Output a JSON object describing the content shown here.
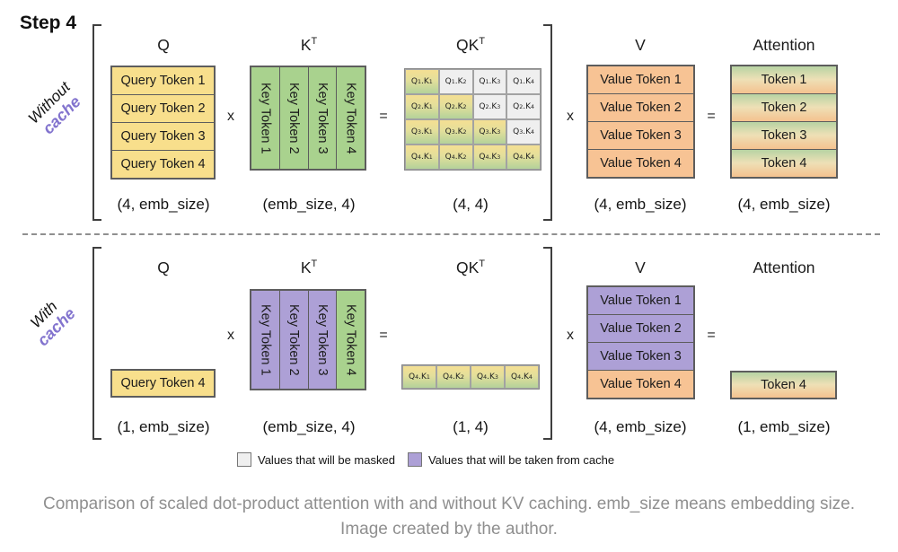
{
  "step_label": "Step 4",
  "palette": {
    "yellow": "#F8DF8C",
    "green": "#A9D28E",
    "orange": "#F7C394",
    "purple": "#ADA0D6",
    "masked": "#EFEFEF",
    "gradYG": "linear-gradient(180deg,#F2DF94 8%,#E3DF9B 45%,#B4D29A 100%)",
    "gradGO": "linear-gradient(180deg,#B7D3A3 0%,#EEE0B6 48%,#F4C28F 100%)",
    "cache_text": "#8273CE"
  },
  "rows": [
    {
      "side_label": {
        "top": "Without",
        "bottom": "cache"
      },
      "operators": [
        "x",
        "=",
        "x",
        "="
      ],
      "columns": {
        "q": {
          "header": "Q",
          "dims": "(4, emb_size)",
          "cells": [
            {
              "t": "Query Token 1",
              "f": "yellow"
            },
            {
              "t": "Query Token 2",
              "f": "yellow"
            },
            {
              "t": "Query Token 3",
              "f": "yellow"
            },
            {
              "t": "Query Token 4",
              "f": "yellow"
            }
          ]
        },
        "kt": {
          "header": "K",
          "header_sup": "T",
          "dims": "(emb_size, 4)",
          "cells": [
            {
              "t": "Key Token 1",
              "f": "green"
            },
            {
              "t": "Key Token 2",
              "f": "green"
            },
            {
              "t": "Key Token 3",
              "f": "green"
            },
            {
              "t": "Key Token 4",
              "f": "green"
            }
          ]
        },
        "qkt": {
          "header": "QK",
          "header_sup": "T",
          "dims": "(4, 4)",
          "grid": [
            [
              {
                "t": "Q1.K1",
                "f": "gradYG"
              },
              {
                "t": "Q1.K2",
                "f": "masked"
              },
              {
                "t": "Q1.K3",
                "f": "masked"
              },
              {
                "t": "Q1.K4",
                "f": "masked"
              }
            ],
            [
              {
                "t": "Q2.K1",
                "f": "gradYG"
              },
              {
                "t": "Q2.K2",
                "f": "gradYG"
              },
              {
                "t": "Q2.K3",
                "f": "masked"
              },
              {
                "t": "Q2.K4",
                "f": "masked"
              }
            ],
            [
              {
                "t": "Q3.K1",
                "f": "gradYG"
              },
              {
                "t": "Q3.K2",
                "f": "gradYG"
              },
              {
                "t": "Q3.K3",
                "f": "gradYG"
              },
              {
                "t": "Q3.K4",
                "f": "masked"
              }
            ],
            [
              {
                "t": "Q4.K1",
                "f": "gradYG"
              },
              {
                "t": "Q4.K2",
                "f": "gradYG"
              },
              {
                "t": "Q4.K3",
                "f": "gradYG"
              },
              {
                "t": "Q4.K4",
                "f": "gradYG"
              }
            ]
          ]
        },
        "v": {
          "header": "V",
          "dims": "(4, emb_size)",
          "cells": [
            {
              "t": "Value Token 1",
              "f": "orange"
            },
            {
              "t": "Value Token 2",
              "f": "orange"
            },
            {
              "t": "Value Token 3",
              "f": "orange"
            },
            {
              "t": "Value Token 4",
              "f": "orange"
            }
          ]
        },
        "att": {
          "header": "Attention",
          "dims": "(4, emb_size)",
          "cells": [
            {
              "t": "Token 1",
              "f": "gradGO"
            },
            {
              "t": "Token 2",
              "f": "gradGO"
            },
            {
              "t": "Token 3",
              "f": "gradGO"
            },
            {
              "t": "Token 4",
              "f": "gradGO"
            }
          ]
        }
      }
    },
    {
      "side_label": {
        "top": "With",
        "bottom": "cache"
      },
      "operators": [
        "x",
        "=",
        "x",
        "="
      ],
      "columns": {
        "q": {
          "header": "Q",
          "dims": "(1, emb_size)",
          "cells": [
            {
              "t": "Query Token 4",
              "f": "yellow"
            }
          ]
        },
        "kt": {
          "header": "K",
          "header_sup": "T",
          "dims": "(emb_size, 4)",
          "cells": [
            {
              "t": "Key Token 1",
              "f": "purple"
            },
            {
              "t": "Key Token 2",
              "f": "purple"
            },
            {
              "t": "Key Token 3",
              "f": "purple"
            },
            {
              "t": "Key Token 4",
              "f": "green"
            }
          ]
        },
        "qkt": {
          "header": "QK",
          "header_sup": "T",
          "dims": "(1, 4)",
          "grid": [
            [
              {
                "t": "Q4.K1",
                "f": "gradYG"
              },
              {
                "t": "Q4.K2",
                "f": "gradYG"
              },
              {
                "t": "Q4.K3",
                "f": "gradYG"
              },
              {
                "t": "Q4.K4",
                "f": "gradYG"
              }
            ]
          ]
        },
        "v": {
          "header": "V",
          "dims": "(4, emb_size)",
          "cells": [
            {
              "t": "Value Token 1",
              "f": "purple"
            },
            {
              "t": "Value Token 2",
              "f": "purple"
            },
            {
              "t": "Value Token 3",
              "f": "purple"
            },
            {
              "t": "Value Token 4",
              "f": "orange"
            }
          ]
        },
        "att": {
          "header": "Attention",
          "dims": "(1, emb_size)",
          "cells": [
            {
              "t": "Token 4",
              "f": "gradGO"
            }
          ]
        }
      }
    }
  ],
  "legend": {
    "masked_label": "Values that will be masked",
    "cache_label": "Values that will be taken from cache"
  },
  "caption_line1": "Comparison of scaled dot-product attention with and without KV caching. emb_size means embedding size.",
  "caption_line2": "Image created by the author."
}
